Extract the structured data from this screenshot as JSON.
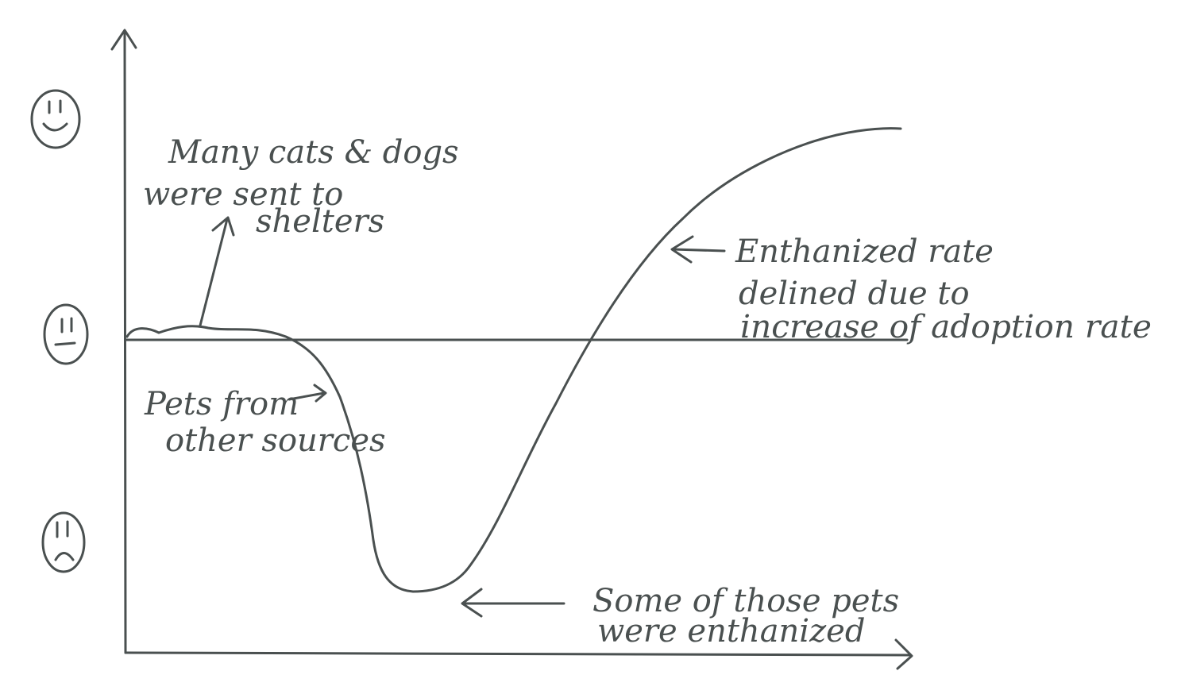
{
  "annotations": {
    "shelters": [
      "Many cats & dogs",
      "were sent to",
      "shelters"
    ],
    "other_sources": [
      "Pets from",
      "other sources"
    ],
    "euthanized": [
      "Some of those pets",
      "were enthanized"
    ],
    "declined": [
      "Enthanized rate",
      "delined due to",
      "increase of adoption rate"
    ]
  },
  "faces": {
    "top": "happy-face",
    "middle": "neutral-face",
    "bottom": "sad-face"
  },
  "colors": {
    "ink": "#4a5050",
    "background": "#ffffff"
  }
}
